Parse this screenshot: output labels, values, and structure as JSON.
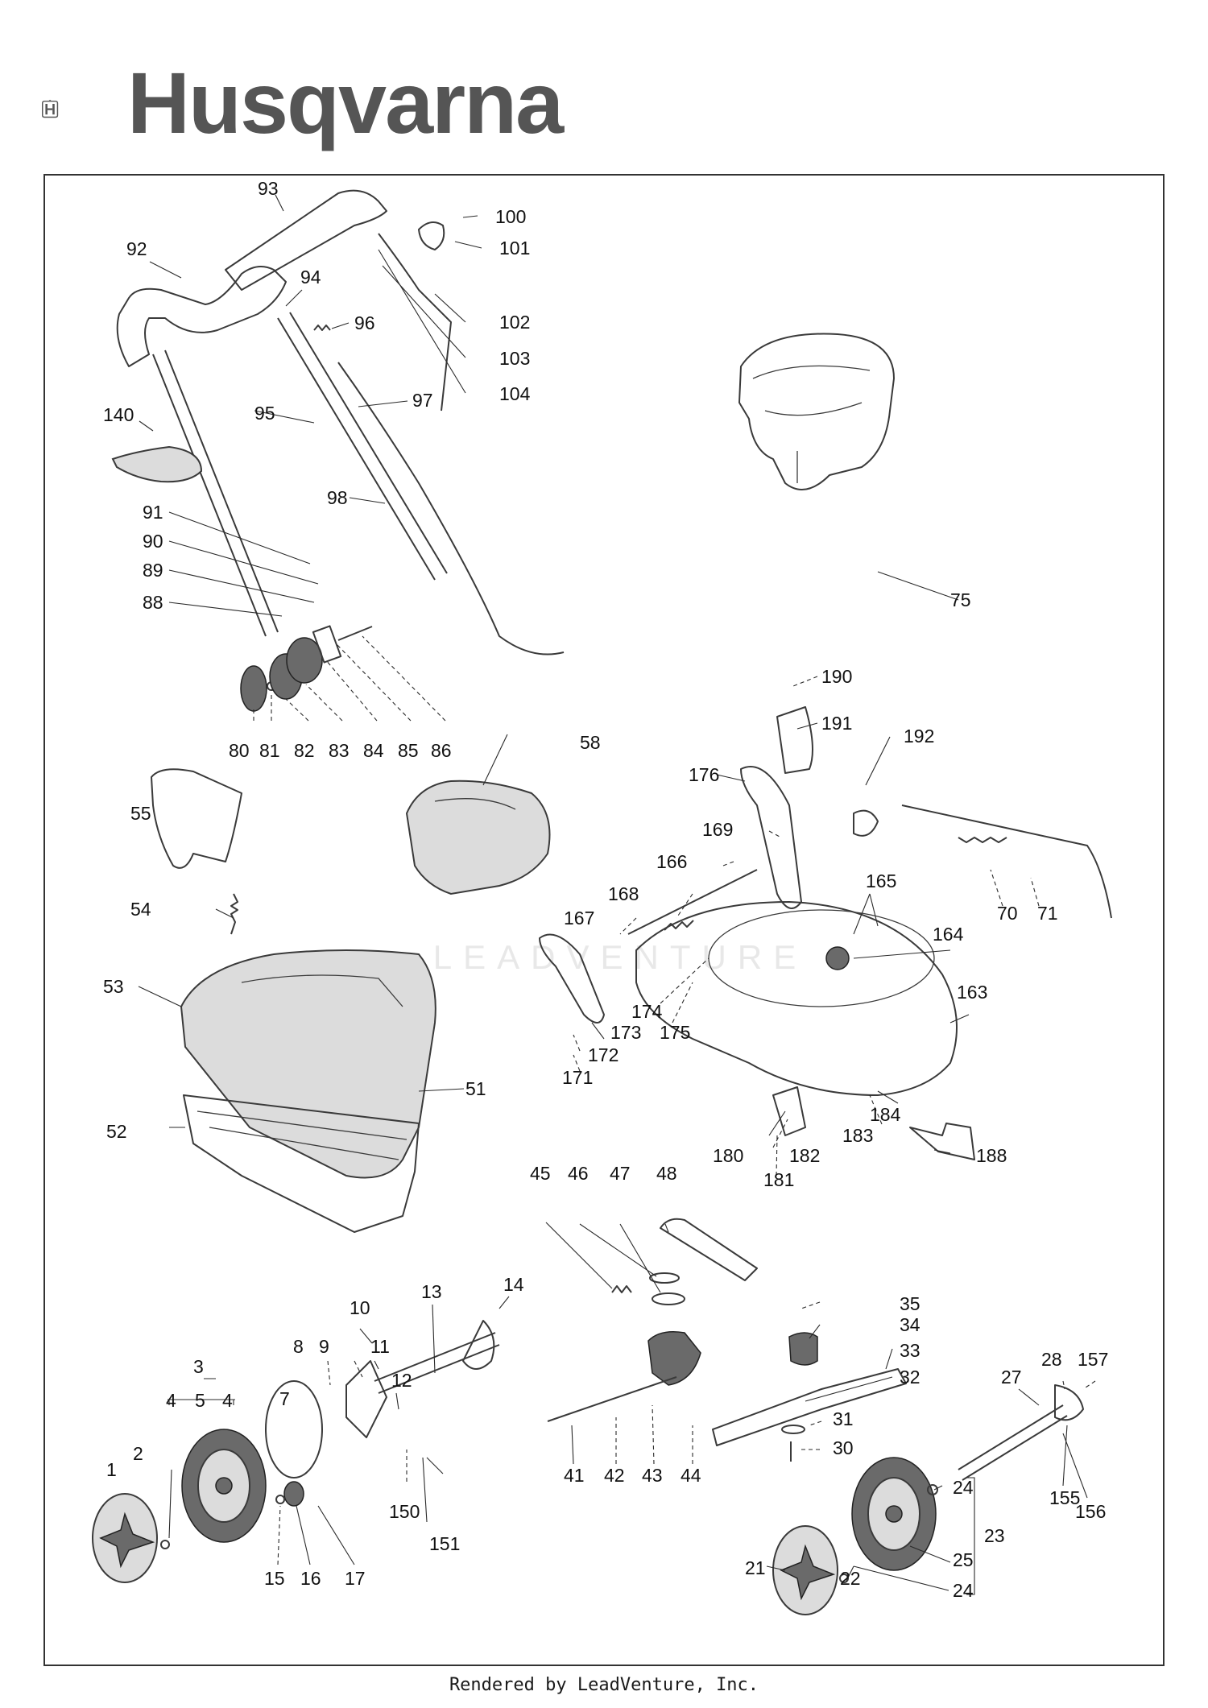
{
  "brand": {
    "name": "Husqvarna",
    "logo_icon": "husqvarna-crown-h-icon",
    "color": "#555555"
  },
  "watermark": "LEADVENTURE",
  "footer": "Rendered by LeadVenture, Inc.",
  "callouts": [
    {
      "id": "93",
      "text": "93"
    },
    {
      "id": "92",
      "text": "92"
    },
    {
      "id": "94",
      "text": "94"
    },
    {
      "id": "100",
      "text": "100"
    },
    {
      "id": "101",
      "text": "101"
    },
    {
      "id": "102",
      "text": "102"
    },
    {
      "id": "103",
      "text": "103"
    },
    {
      "id": "104",
      "text": "104"
    },
    {
      "id": "96",
      "text": "96"
    },
    {
      "id": "97",
      "text": "97"
    },
    {
      "id": "95",
      "text": "95"
    },
    {
      "id": "140",
      "text": "140"
    },
    {
      "id": "98",
      "text": "98"
    },
    {
      "id": "91",
      "text": "91"
    },
    {
      "id": "90",
      "text": "90"
    },
    {
      "id": "89",
      "text": "89"
    },
    {
      "id": "88",
      "text": "88"
    },
    {
      "id": "75",
      "text": "75"
    },
    {
      "id": "80",
      "text": "80"
    },
    {
      "id": "81",
      "text": "81"
    },
    {
      "id": "82",
      "text": "82"
    },
    {
      "id": "83",
      "text": "83"
    },
    {
      "id": "84",
      "text": "84"
    },
    {
      "id": "85",
      "text": "85"
    },
    {
      "id": "86",
      "text": "86"
    },
    {
      "id": "190",
      "text": "190"
    },
    {
      "id": "191",
      "text": "191"
    },
    {
      "id": "192",
      "text": "192"
    },
    {
      "id": "58",
      "text": "58"
    },
    {
      "id": "176",
      "text": "176"
    },
    {
      "id": "55",
      "text": "55"
    },
    {
      "id": "169",
      "text": "169"
    },
    {
      "id": "166",
      "text": "166"
    },
    {
      "id": "168",
      "text": "168"
    },
    {
      "id": "167",
      "text": "167"
    },
    {
      "id": "165",
      "text": "165"
    },
    {
      "id": "70",
      "text": "70"
    },
    {
      "id": "71",
      "text": "71"
    },
    {
      "id": "54",
      "text": "54"
    },
    {
      "id": "164",
      "text": "164"
    },
    {
      "id": "53",
      "text": "53"
    },
    {
      "id": "163",
      "text": "163"
    },
    {
      "id": "174",
      "text": "174"
    },
    {
      "id": "175",
      "text": "175"
    },
    {
      "id": "173",
      "text": "173"
    },
    {
      "id": "172",
      "text": "172"
    },
    {
      "id": "171",
      "text": "171"
    },
    {
      "id": "51",
      "text": "51"
    },
    {
      "id": "184",
      "text": "184"
    },
    {
      "id": "183",
      "text": "183"
    },
    {
      "id": "52",
      "text": "52"
    },
    {
      "id": "180",
      "text": "180"
    },
    {
      "id": "182",
      "text": "182"
    },
    {
      "id": "188",
      "text": "188"
    },
    {
      "id": "181",
      "text": "181"
    },
    {
      "id": "45",
      "text": "45"
    },
    {
      "id": "46",
      "text": "46"
    },
    {
      "id": "47",
      "text": "47"
    },
    {
      "id": "48",
      "text": "48"
    },
    {
      "id": "35",
      "text": "35"
    },
    {
      "id": "34",
      "text": "34"
    },
    {
      "id": "10",
      "text": "10"
    },
    {
      "id": "13",
      "text": "13"
    },
    {
      "id": "14",
      "text": "14"
    },
    {
      "id": "33",
      "text": "33"
    },
    {
      "id": "28",
      "text": "28"
    },
    {
      "id": "157",
      "text": "157"
    },
    {
      "id": "8",
      "text": "8"
    },
    {
      "id": "9",
      "text": "9"
    },
    {
      "id": "11",
      "text": "11"
    },
    {
      "id": "3",
      "text": "3"
    },
    {
      "id": "32",
      "text": "32"
    },
    {
      "id": "27",
      "text": "27"
    },
    {
      "id": "12",
      "text": "12"
    },
    {
      "id": "4a",
      "text": "4"
    },
    {
      "id": "5",
      "text": "5"
    },
    {
      "id": "4b",
      "text": "4"
    },
    {
      "id": "7",
      "text": "7"
    },
    {
      "id": "31",
      "text": "31"
    },
    {
      "id": "30",
      "text": "30"
    },
    {
      "id": "1",
      "text": "1"
    },
    {
      "id": "2",
      "text": "2"
    },
    {
      "id": "41",
      "text": "41"
    },
    {
      "id": "42",
      "text": "42"
    },
    {
      "id": "43",
      "text": "43"
    },
    {
      "id": "44",
      "text": "44"
    },
    {
      "id": "155",
      "text": "155"
    },
    {
      "id": "150",
      "text": "150"
    },
    {
      "id": "156",
      "text": "156"
    },
    {
      "id": "151",
      "text": "151"
    },
    {
      "id": "24a",
      "text": "24"
    },
    {
      "id": "23",
      "text": "23"
    },
    {
      "id": "25",
      "text": "25"
    },
    {
      "id": "15",
      "text": "15"
    },
    {
      "id": "16",
      "text": "16"
    },
    {
      "id": "17",
      "text": "17"
    },
    {
      "id": "21",
      "text": "21"
    },
    {
      "id": "22",
      "text": "22"
    },
    {
      "id": "24b",
      "text": "24"
    }
  ]
}
